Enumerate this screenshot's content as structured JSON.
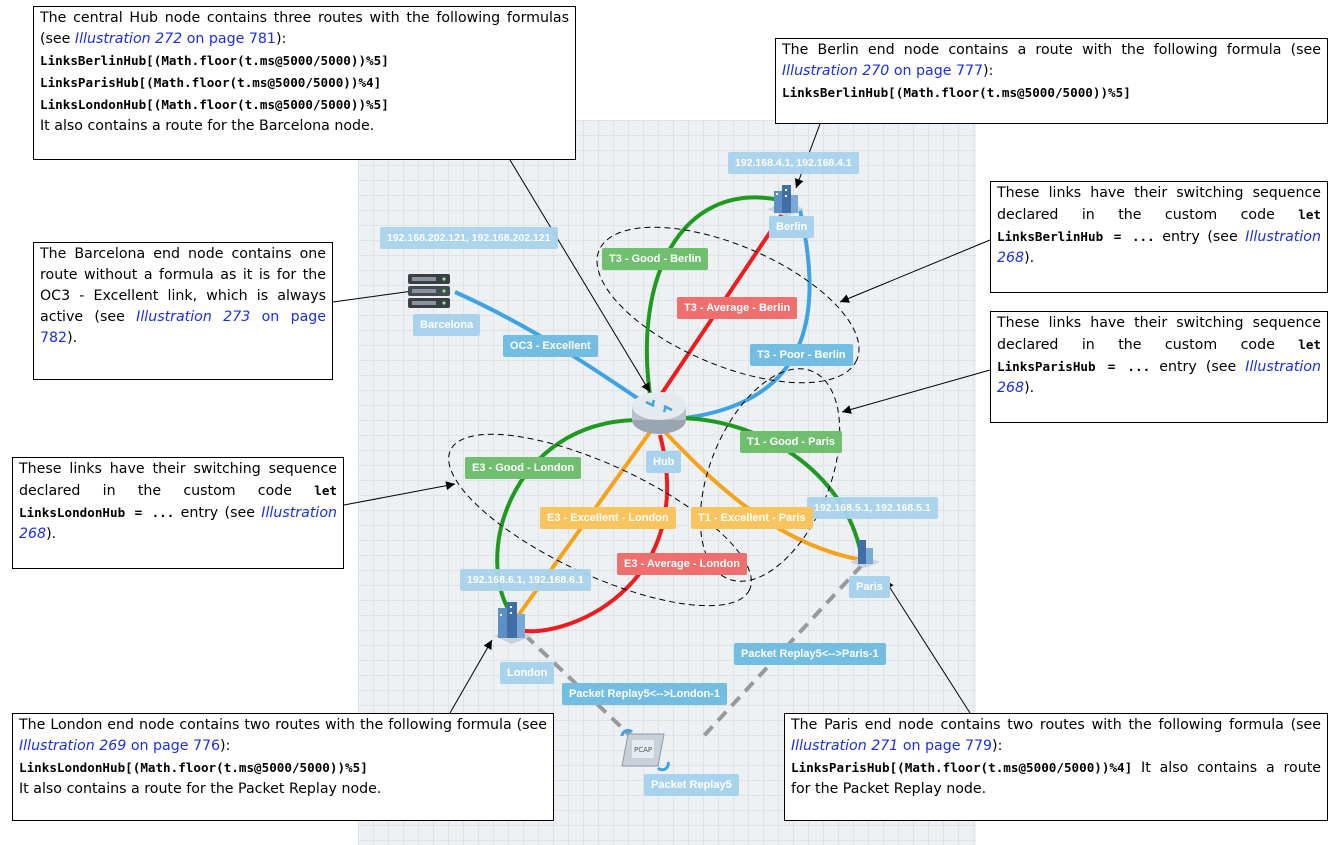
{
  "colors": {
    "blue": "#3ea3e5",
    "green": "#1e9a1e",
    "red": "#ee1c1c",
    "orange": "#f7a21b",
    "dashed": "#999999"
  },
  "nodes": {
    "berlin": {
      "name": "Berlin",
      "ip": "192.168.4.1, 192.168.4.1",
      "icon": "building-icon"
    },
    "paris": {
      "name": "Paris",
      "ip": "192.168.5.1, 192.168.5.1",
      "icon": "building-icon"
    },
    "london": {
      "name": "London",
      "ip": "192.168.6.1, 192.168.6.1",
      "icon": "building-icon"
    },
    "barcelona": {
      "name": "Barcelona",
      "ip": "192.168.202.121, 192.168.202.121",
      "icon": "server-icon"
    },
    "hub": {
      "name": "Hub",
      "icon": "router-icon"
    },
    "replay": {
      "name": "Packet Replay5",
      "icon": "pcap-icon"
    }
  },
  "links": {
    "t3_good_berlin": "T3 - Good - Berlin",
    "t3_average_berlin": "T3 - Average - Berlin",
    "t3_poor_berlin": "T3 - Poor - Berlin",
    "oc3_excellent": "OC3 - Excellent",
    "t1_good_paris": "T1 - Good - Paris",
    "t1_excellent_paris": "T1 - Excellent - Paris",
    "e3_good_london": "E3 - Good - London",
    "e3_excellent_london": "E3 - Excellent - London",
    "e3_average_london": "E3 - Average - London",
    "replay_paris": "Packet Replay5<-->Paris-1",
    "replay_london": "Packet Replay5<-->London-1"
  },
  "callouts": {
    "hub": {
      "intro": "The central Hub node contains three routes with the following formulas (see ",
      "ref_ill": "Illustration 272",
      "ref_page": " on page 781",
      "after": "):",
      "code1": "LinksBerlinHub[(Math.floor(t.ms@5000/5000))%5]",
      "code2": "LinksParisHub[(Math.floor(t.ms@5000/5000))%4]",
      "code3": "LinksLondonHub[(Math.floor(t.ms@5000/5000))%5]",
      "outro": "It also contains a route for the Barcelona node."
    },
    "berlin": {
      "intro": "The Berlin end node contains a route with the following formula (see ",
      "ref_ill": "Illustration 270",
      "ref_page": " on page 777",
      "after": "):",
      "code1": "LinksBerlinHub[(Math.floor(t.ms@5000/5000))%5]"
    },
    "barcelona": {
      "intro": "The Barcelona end node contains one route without a formula as it is for the OC3 - Excellent link, which is always active (see ",
      "ref_ill": "Illustration 273",
      "ref_page": " on page 782",
      "after": ")."
    },
    "berlin_links": {
      "intro": "These links have their switching sequence declared in the custom code ",
      "code": "let LinksBerlinHub = ...",
      "mid": " entry (see ",
      "ref_ill": "Illustration 268",
      "after": ")."
    },
    "paris_links": {
      "intro": "These links have their switching sequence declared in the custom code ",
      "code": "let LinksParisHub = ...",
      "mid": " entry (see ",
      "ref_ill": "Illustration 268",
      "after": ")."
    },
    "london_links": {
      "intro": "These links have their switching sequence declared in the custom code ",
      "code": "let LinksLondonHub = ...",
      "mid": " entry (see ",
      "ref_ill": "Illustration 268",
      "after": ")."
    },
    "london": {
      "intro": "The London end node contains two routes with the following formula (see ",
      "ref_ill": "Illustration 269",
      "ref_page": " on page 776",
      "after": "):",
      "code1": "LinksLondonHub[(Math.floor(t.ms@5000/5000))%5]",
      "outro": "It also contains a route for the Packet Replay node."
    },
    "paris": {
      "intro": "The Paris end node contains two routes with the following formula (see ",
      "ref_ill": "Illustration 271",
      "ref_page": " on page 779",
      "after": "):",
      "code1": "LinksParisHub[(Math.floor(t.ms@5000/5000))%4]",
      "outro": " It also contains a route for the Packet Replay node."
    }
  }
}
